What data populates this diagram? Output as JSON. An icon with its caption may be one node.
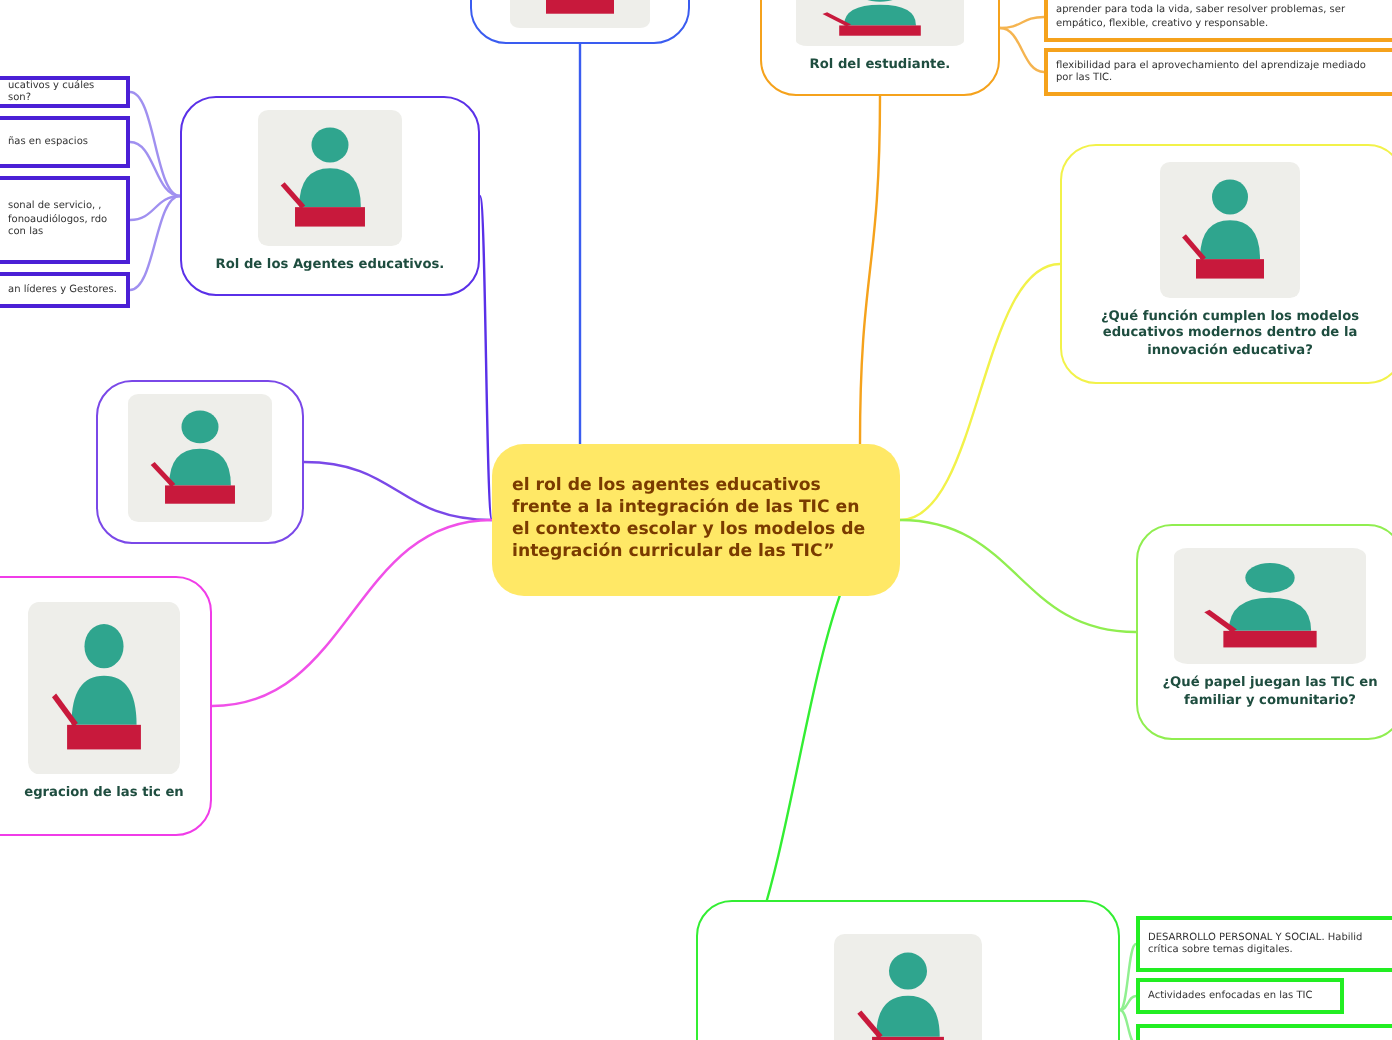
{
  "diagram": {
    "nodes": [
      {
        "text": [
          "el rol de los agentes educativos frente a la integración de las TIC en el contexto escolar y los modelos de integración curricular de las TIC”"
        ]
      },
      {
        "text": [],
        "shape": "picture"
      },
      {
        "text": [
          "Rol del estudiante."
        ]
      },
      {
        "text": [
          "aprender para toda la vida, saber resolver problemas, ser empático, flexible, creativo y responsable."
        ]
      },
      {
        "text": [
          "flexibilidad para el aprovechamiento del aprendizaje mediado por las TIC."
        ]
      },
      {
        "text": [
          "¿Qué función cumplen los modelos educativos modernos dentro de la innovación educativa?"
        ]
      },
      {
        "text": [
          "¿Qué papel juegan las TIC en familiar y comunitario?"
        ]
      },
      {
        "text": [],
        "shape": "picture"
      },
      {
        "text": [
          "DESARROLLO PERSONAL Y SOCIAL. Habilid crítica sobre temas digitales."
        ]
      },
      {
        "text": [
          "Actividades enfocadas en las TIC"
        ]
      },
      {
        "text": [],
        "shape": "box"
      },
      {
        "text": [
          "Rol de los Agentes educativos."
        ]
      },
      {
        "text": [
          "ucativos y cuáles son?"
        ]
      },
      {
        "text": [
          "ñas en espacios"
        ]
      },
      {
        "text": [
          "sonal de servicio, , fonoaudiólogos, rdo con las"
        ]
      },
      {
        "text": [
          "an líderes y Gestores."
        ]
      },
      {
        "text": [],
        "shape": "picture"
      },
      {
        "text": [
          "egracion de las tic en"
        ]
      }
    ],
    "edges": [
      {
        "from": 0,
        "to": 1,
        "arrow": "none",
        "color": "#3a5cf0"
      },
      {
        "from": 0,
        "to": 2,
        "arrow": "none",
        "color": "#f5a21c"
      },
      {
        "from": 2,
        "to": 3,
        "arrow": "none",
        "color": "#f5b450"
      },
      {
        "from": 2,
        "to": 4,
        "arrow": "none",
        "color": "#f5b450"
      },
      {
        "from": 0,
        "to": 5,
        "arrow": "none",
        "color": "#f2f24a"
      },
      {
        "from": 0,
        "to": 6,
        "arrow": "none",
        "color": "#90ee50"
      },
      {
        "from": 0,
        "to": 7,
        "arrow": "none",
        "color": "#33ee33"
      },
      {
        "from": 7,
        "to": 8,
        "arrow": "none",
        "color": "#90f090"
      },
      {
        "from": 7,
        "to": 9,
        "arrow": "none",
        "color": "#90f090"
      },
      {
        "from": 7,
        "to": 10,
        "arrow": "none",
        "color": "#90f090"
      },
      {
        "from": 0,
        "to": 11,
        "arrow": "none",
        "color": "#5a30e8"
      },
      {
        "from": 11,
        "to": 12,
        "arrow": "none",
        "color": "#a090f0"
      },
      {
        "from": 11,
        "to": 13,
        "arrow": "none",
        "color": "#a090f0"
      },
      {
        "from": 11,
        "to": 14,
        "arrow": "none",
        "color": "#a090f0"
      },
      {
        "from": 11,
        "to": 15,
        "arrow": "none",
        "color": "#a090f0"
      },
      {
        "from": 0,
        "to": 16,
        "arrow": "none",
        "color": "#7a48e8"
      },
      {
        "from": 0,
        "to": 17,
        "arrow": "none",
        "color": "#f050e8"
      }
    ]
  }
}
